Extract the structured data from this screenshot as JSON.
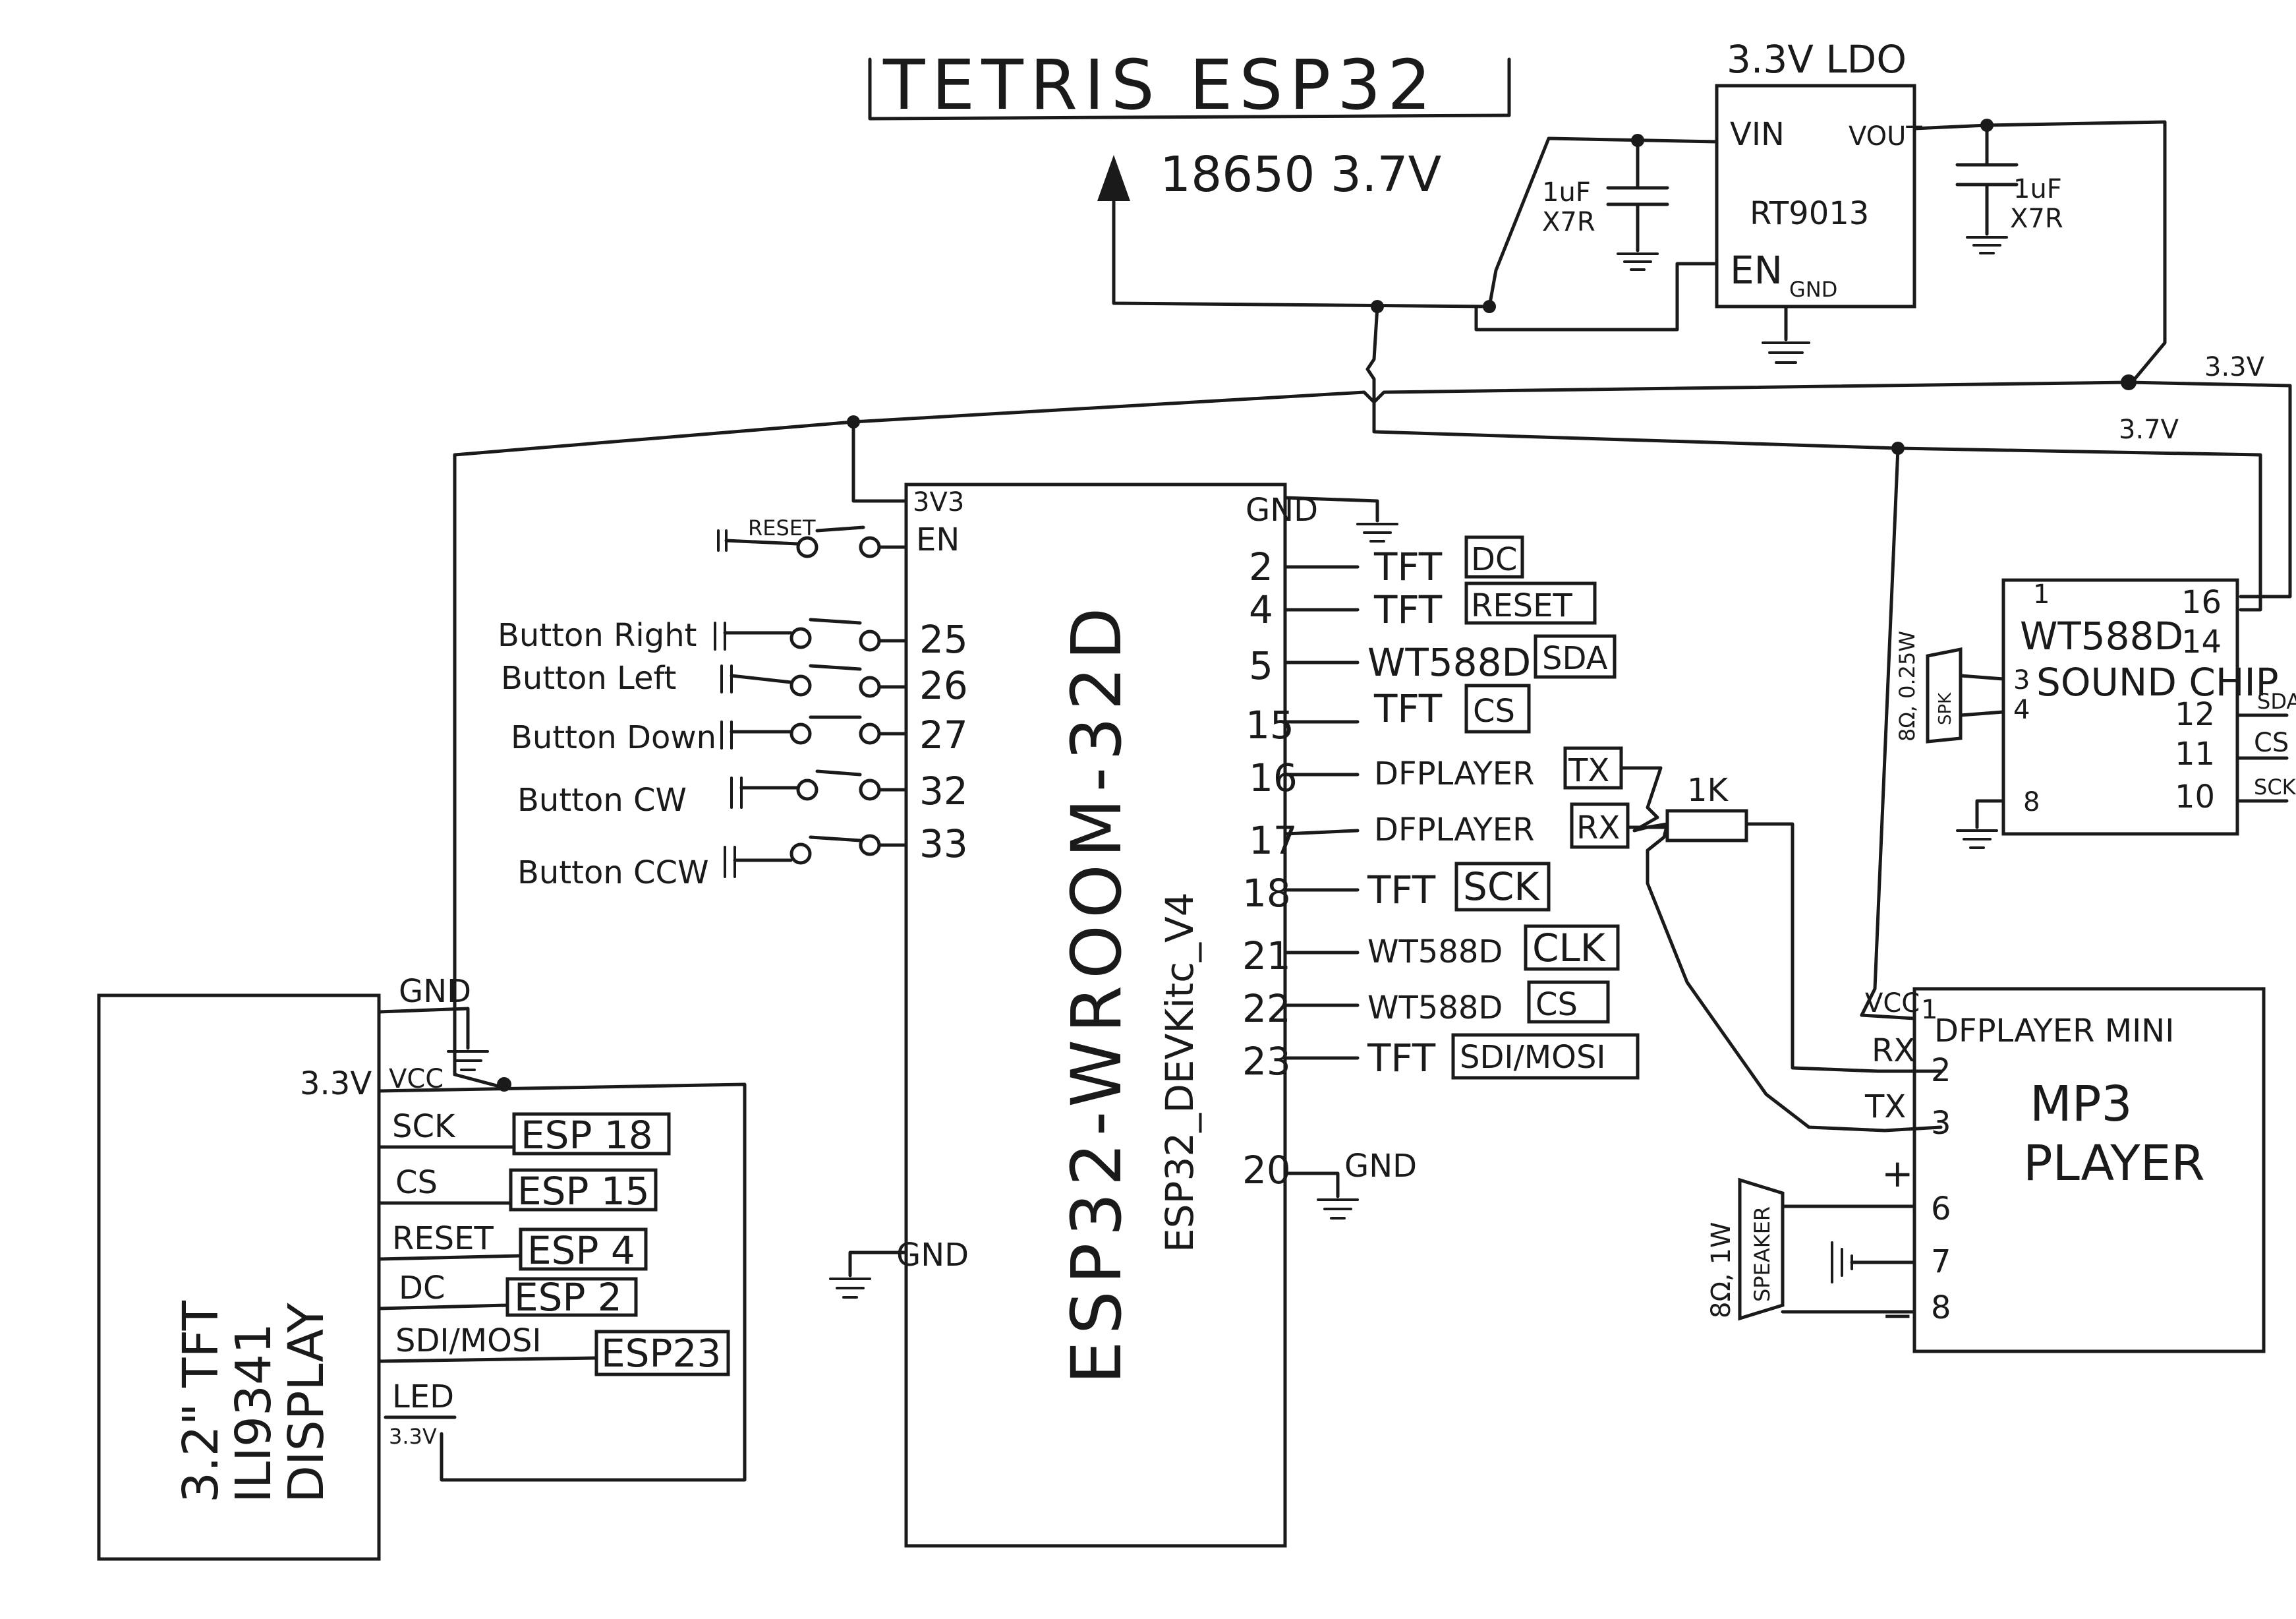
{
  "title": "TETRIS ESP32",
  "battery": "18650 3.7V",
  "ldo": {
    "title": "3.3V LDO",
    "part": "RT9013",
    "pins": {
      "vin": "VIN",
      "vout": "VOUT",
      "en": "EN",
      "gnd": "GND"
    },
    "cap_in": {
      "value": "1uF",
      "type": "X7R"
    },
    "cap_out": {
      "value": "1uF",
      "type": "X7R"
    }
  },
  "rails": {
    "v33": "3.3V",
    "v37": "3.7V"
  },
  "esp32": {
    "name": "ESP32-WROOM-32D",
    "board": "ESP32_DEVKitc_V4",
    "left_pins": [
      {
        "pin": "3V3"
      },
      {
        "pin": "EN"
      },
      {
        "pin": "25"
      },
      {
        "pin": "26"
      },
      {
        "pin": "27"
      },
      {
        "pin": "32"
      },
      {
        "pin": "33"
      }
    ],
    "gnd_left": "GND",
    "gnd_right_top": "GND",
    "pin20": "20",
    "gnd20": "GND",
    "right_pins": [
      {
        "pin": "2",
        "label": "TFT",
        "box": "DC"
      },
      {
        "pin": "4",
        "label": "TFT",
        "box": "RESET"
      },
      {
        "pin": "5",
        "label": "WT588D",
        "box": "SDA"
      },
      {
        "pin": "15",
        "label": "TFT",
        "box": "CS"
      },
      {
        "pin": "16",
        "label": "DFPLAYER",
        "box": "TX"
      },
      {
        "pin": "17",
        "label": "DFPLAYER",
        "box": "RX"
      },
      {
        "pin": "18",
        "label": "TFT",
        "box": "SCK"
      },
      {
        "pin": "21",
        "label": "WT588D",
        "box": "CLK"
      },
      {
        "pin": "22",
        "label": "WT588D",
        "box": "CS"
      },
      {
        "pin": "23",
        "label": "TFT",
        "box": "SDI/MOSI"
      }
    ]
  },
  "buttons": {
    "reset": "RESET",
    "items": [
      "Button Right",
      "Button Left",
      "Button Down",
      "Button CW",
      "Button CCW"
    ]
  },
  "resistor": "1K",
  "tft": {
    "title": "3.2\" TFT ILI9341 DISPLAY",
    "title_lines": [
      "3.2\" TFT",
      "ILI9341",
      "DISPLAY"
    ],
    "supply": "3.3V",
    "gnd": "GND",
    "led_supply": "3.3V",
    "pins": [
      {
        "pin": "VCC",
        "box": ""
      },
      {
        "pin": "SCK",
        "box": "ESP 18"
      },
      {
        "pin": "CS",
        "box": "ESP 15"
      },
      {
        "pin": "RESET",
        "box": "ESP 4"
      },
      {
        "pin": "DC",
        "box": "ESP 2"
      },
      {
        "pin": "SDI/MOSI",
        "box": "ESP23"
      },
      {
        "pin": "LED",
        "box": ""
      }
    ]
  },
  "wt588d": {
    "name": "WT588D",
    "subtitle": "SOUND CHIP",
    "pins": {
      "p1": "1",
      "p16": "16",
      "p14": "14",
      "p3": "3",
      "p4": "4",
      "p12": "12",
      "p11": "11",
      "p8": "8",
      "p10": "10"
    },
    "side_labels": {
      "sda": "SDA",
      "cs": "CS",
      "sck": "SCK"
    },
    "speaker": "SPK",
    "speaker_spec": "8Ω, 0.25W"
  },
  "dfplayer": {
    "name": "DFPLAYER MINI",
    "subtitle": "MP3 PLAYER",
    "pins": [
      {
        "pin": "1",
        "label": "VCC"
      },
      {
        "pin": "2",
        "label": "RX"
      },
      {
        "pin": "3",
        "label": "TX"
      },
      {
        "pin": "6",
        "label": "+"
      },
      {
        "pin": "7",
        "label": ""
      },
      {
        "pin": "8",
        "label": "−"
      }
    ],
    "speaker": "SPEAKER",
    "speaker_spec": "8Ω, 1W"
  },
  "colors": {
    "ink": "#1a1a1a",
    "paper": "#ffffff"
  }
}
